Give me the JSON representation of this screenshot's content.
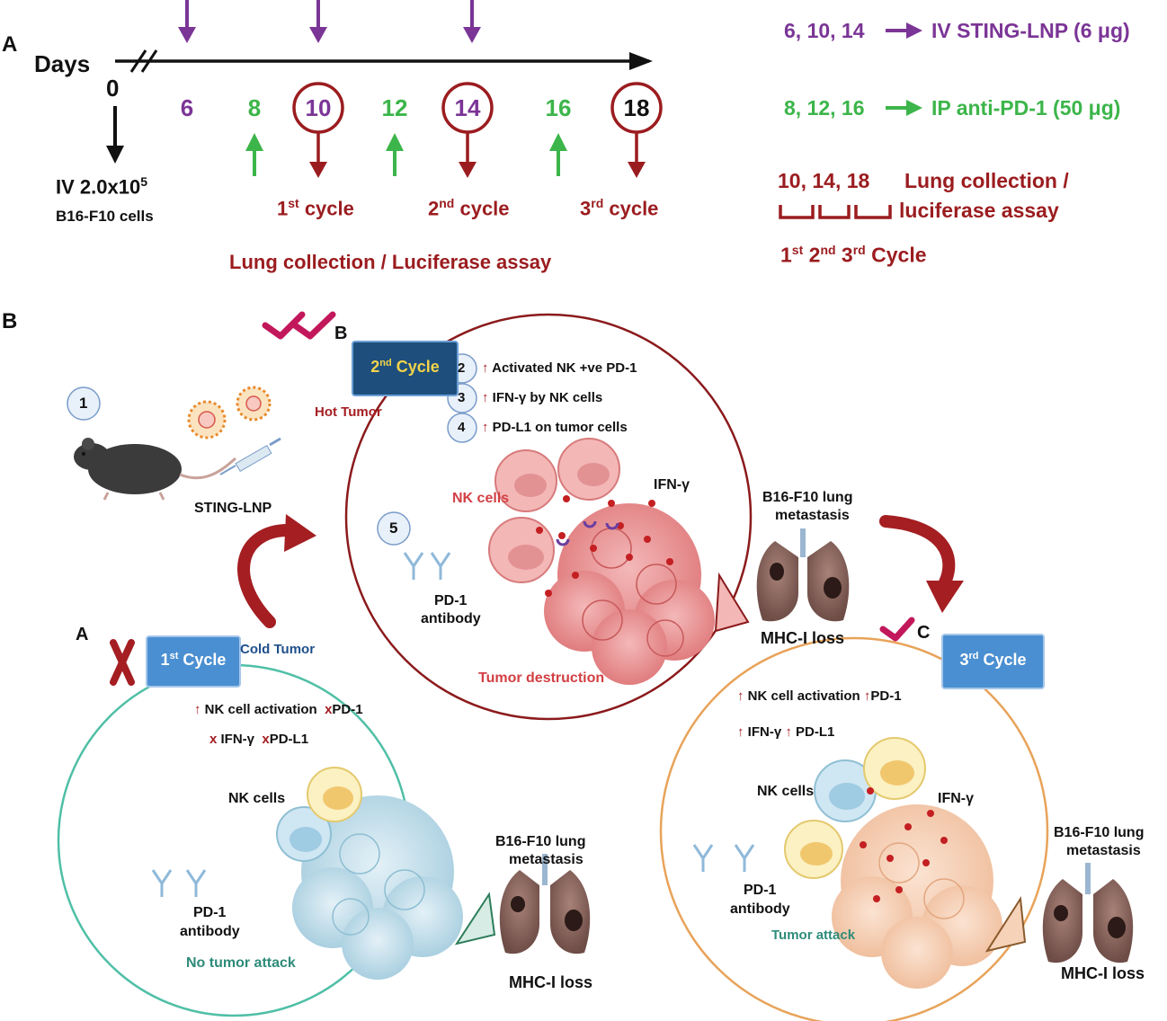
{
  "panel_a": {
    "label": "A",
    "days_label": "Days",
    "day0": "0",
    "inoculation": {
      "line1": "IV 2.0x10",
      "sup": "5",
      "line2": "B16-F10 cells"
    },
    "days": [
      {
        "value": "6",
        "color": "#7b3596",
        "circled": false
      },
      {
        "value": "8",
        "color": "#3cb54a",
        "circled": false
      },
      {
        "value": "10",
        "color": "#7b3596",
        "circled": true
      },
      {
        "value": "12",
        "color": "#3cb54a",
        "circled": false
      },
      {
        "value": "14",
        "color": "#7b3596",
        "circled": true
      },
      {
        "value": "16",
        "color": "#3cb54a",
        "circled": false
      },
      {
        "value": "18",
        "color": "#111111",
        "circled": true
      }
    ],
    "cycles": [
      {
        "num": "1",
        "sup": "st",
        "word": " cycle"
      },
      {
        "num": "2",
        "sup": "nd",
        "word": " cycle"
      },
      {
        "num": "3",
        "sup": "rd",
        "word": " cycle"
      }
    ],
    "collection_caption": "Lung collection / Luciferase assay",
    "legend": {
      "sting": {
        "days": "6, 10, 14",
        "text": "IV STING-LNP (6 μg)"
      },
      "pd1": {
        "days": "8, 12, 16",
        "text": "IP anti-PD-1 (50 μg)"
      },
      "lung": {
        "days": "10, 14, 18",
        "text1": "Lung collection /",
        "text2": "luciferase assay"
      },
      "cycle_row": [
        {
          "num": "1",
          "sup": "st"
        },
        {
          "num": " 2",
          "sup": "nd"
        },
        {
          "num": " 3",
          "sup": "rd"
        },
        {
          "num": " Cycle",
          "sup": ""
        }
      ]
    }
  },
  "panel_b": {
    "label": "B",
    "step1": "1",
    "sting_lnp": "STING-LNP",
    "cycle2": {
      "corner_letter": "B",
      "box_num": "2",
      "box_sup": "nd",
      "box_word": " Cycle",
      "hot_tumor": "Hot Tumor",
      "steps": [
        {
          "n": "2",
          "text": "Activated NK +ve PD-1"
        },
        {
          "n": "3",
          "text": "IFN-γ by NK cells"
        },
        {
          "n": "4",
          "text": "PD-L1 on tumor cells"
        }
      ],
      "nk_cells": "NK cells",
      "ifn": "IFN-γ",
      "step5": "5",
      "pd1_antibody_1": "PD-1",
      "pd1_antibody_2": "antibody",
      "tumor_destruction": "Tumor destruction"
    },
    "lung_mid": {
      "title1": "B16-F10 lung",
      "title2": "metastasis",
      "loss": "MHC-I loss"
    },
    "cycle1": {
      "corner_letter": "A",
      "x_mark": "X",
      "box_num": "1",
      "box_sup": "st",
      "box_word": " Cycle",
      "cold_tumor": "Cold Tumor",
      "line1_a": "NK cell activation",
      "line1_b": "PD-1",
      "line2_a": "IFN-γ",
      "line2_b": "PD-L1",
      "x_small": "x",
      "nk_cells": "NK cells",
      "pd1_antibody_1": "PD-1",
      "pd1_antibody_2": "antibody",
      "no_attack": "No tumor attack"
    },
    "lung_left": {
      "title1": "B16-F10 lung",
      "title2": "metastasis",
      "loss": "MHC-I loss"
    },
    "cycle3": {
      "corner_letter": "C",
      "box_num": "3",
      "box_sup": "rd",
      "box_word": " Cycle",
      "line1_a": "NK cell activation",
      "line1_b": "PD-1",
      "line2_a": "IFN-γ",
      "line2_b": "PD-L1",
      "nk_cells": "NK cells",
      "ifn": "IFN-γ",
      "pd1_antibody_1": "PD-1",
      "pd1_antibody_2": "antibody",
      "tumor_attack": "Tumor attack"
    },
    "lung_right": {
      "title1": "B16-F10 lung",
      "title2": "metastasis",
      "loss": "MHC-I loss"
    }
  },
  "colors": {
    "purple": "#7b3596",
    "green": "#3cb54a",
    "dark_red": "#9b1c1f",
    "box_blue": "#4a8fd1",
    "box_navy": "#1e4f7c",
    "teal": "#4fbfa6",
    "orange": "#e8a35a"
  }
}
